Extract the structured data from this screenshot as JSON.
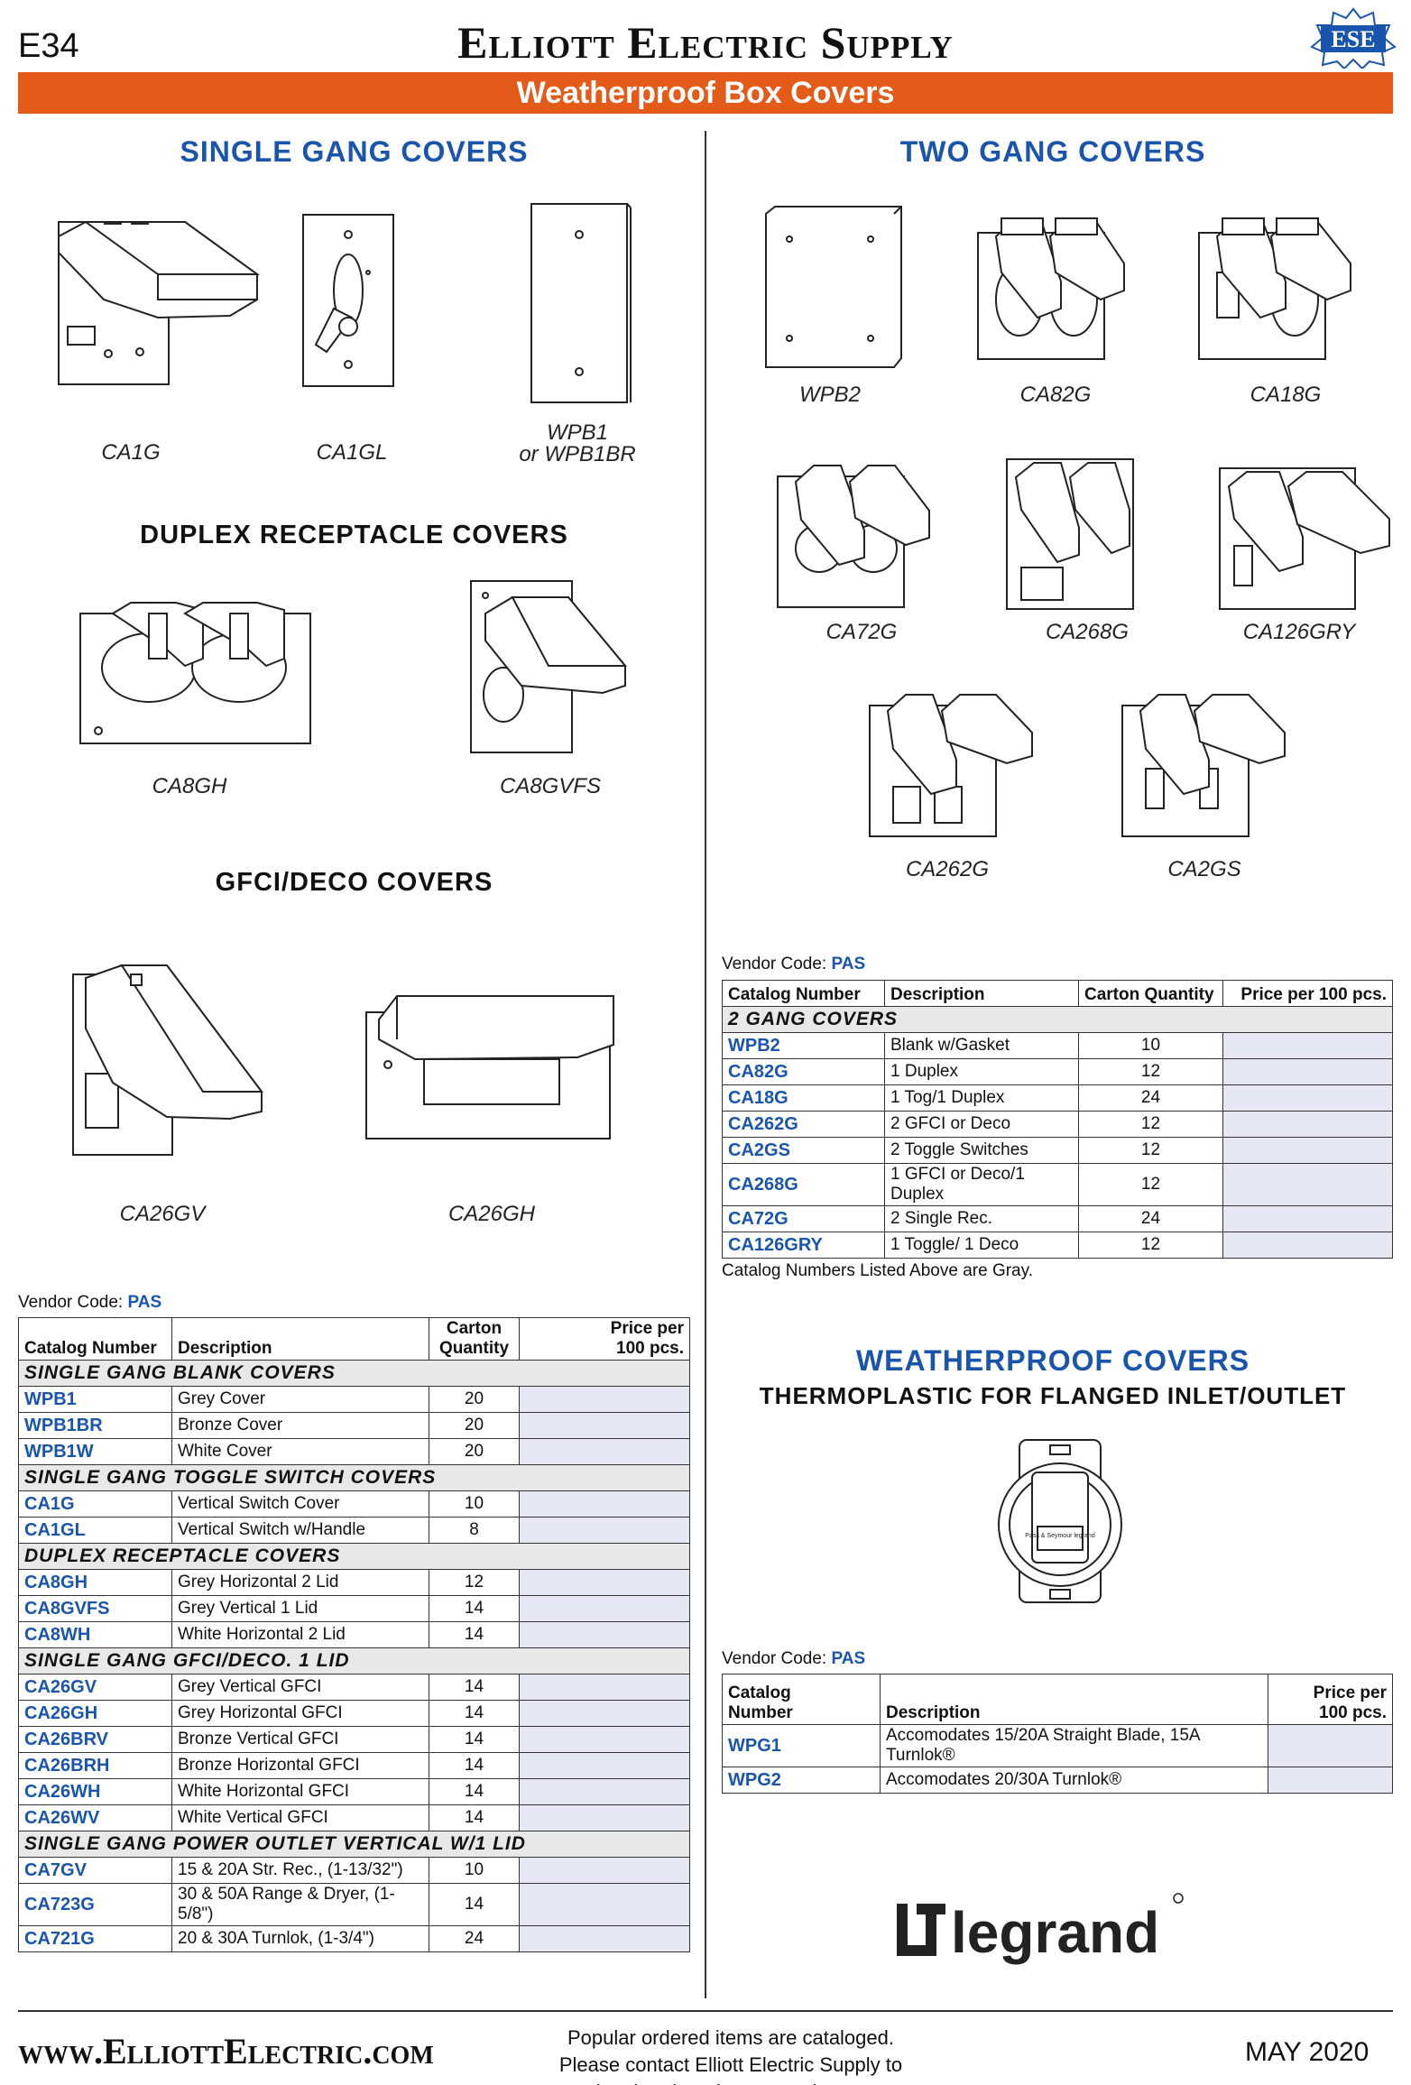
{
  "header": {
    "page_number": "E34",
    "brand": "Elliott Electric Supply",
    "logo_text": "ESE",
    "banner": "Weatherproof Box Covers"
  },
  "single_gang": {
    "title": "SINGLE GANG COVERS",
    "captions": [
      "CA1G",
      "CA1GL",
      "WPB1",
      "or WPB1BR"
    ]
  },
  "duplex": {
    "title": "DUPLEX RECEPTACLE COVERS",
    "captions": [
      "CA8GH",
      "CA8GVFS"
    ]
  },
  "gfci": {
    "title": "GFCI/DECO COVERS",
    "captions": [
      "CA26GV",
      "CA26GH"
    ]
  },
  "two_gang": {
    "title": "TWO GANG COVERS",
    "captions": [
      "WPB2",
      "CA82G",
      "CA18G",
      "CA72G",
      "CA268G",
      "CA126GRY",
      "CA262G",
      "CA2GS"
    ]
  },
  "weatherproof": {
    "title": "WEATHERPROOF COVERS",
    "subtitle": "THERMOPLASTIC FOR FLANGED INLET/OUTLET",
    "device_label": "Pass & Seymour legrand"
  },
  "left_table": {
    "vendor_label": "Vendor Code:",
    "vendor_code": "PAS",
    "headers": [
      "Catalog Number",
      "Description",
      "Carton Quantity",
      "Price per 100 pcs."
    ],
    "groups": [
      {
        "name": "SINGLE GANG BLANK COVERS",
        "rows": [
          {
            "cat": "WPB1",
            "desc": "Grey Cover",
            "qty": "20"
          },
          {
            "cat": "WPB1BR",
            "desc": "Bronze Cover",
            "qty": "20"
          },
          {
            "cat": "WPB1W",
            "desc": "White Cover",
            "qty": "20"
          }
        ]
      },
      {
        "name": "SINGLE GANG TOGGLE SWITCH COVERS",
        "rows": [
          {
            "cat": "CA1G",
            "desc": "Vertical Switch Cover",
            "qty": "10"
          },
          {
            "cat": "CA1GL",
            "desc": "Vertical Switch w/Handle",
            "qty": "8"
          }
        ]
      },
      {
        "name": "DUPLEX RECEPTACLE COVERS",
        "rows": [
          {
            "cat": "CA8GH",
            "desc": "Grey Horizontal 2 Lid",
            "qty": "12"
          },
          {
            "cat": "CA8GVFS",
            "desc": "Grey Vertical 1 Lid",
            "qty": "14"
          },
          {
            "cat": "CA8WH",
            "desc": "White Horizontal 2 Lid",
            "qty": "14"
          }
        ]
      },
      {
        "name": "SINGLE GANG GFCI/DECO. 1 LID",
        "rows": [
          {
            "cat": "CA26GV",
            "desc": "Grey Vertical GFCI",
            "qty": "14"
          },
          {
            "cat": "CA26GH",
            "desc": "Grey Horizontal GFCI",
            "qty": "14"
          },
          {
            "cat": "CA26BRV",
            "desc": "Bronze Vertical GFCI",
            "qty": "14"
          },
          {
            "cat": "CA26BRH",
            "desc": "Bronze Horizontal GFCI",
            "qty": "14"
          },
          {
            "cat": "CA26WH",
            "desc": "White Horizontal GFCI",
            "qty": "14"
          },
          {
            "cat": "CA26WV",
            "desc": "White Vertical GFCI",
            "qty": "14"
          }
        ]
      },
      {
        "name": "SINGLE GANG POWER OUTLET VERTICAL W/1 LID",
        "rows": [
          {
            "cat": "CA7GV",
            "desc": "15 & 20A Str. Rec., (1-13/32\")",
            "qty": "10"
          },
          {
            "cat": "CA723G",
            "desc": "30 & 50A Range & Dryer, (1-5/8\")",
            "qty": "14"
          },
          {
            "cat": "CA721G",
            "desc": "20 & 30A Turnlok, (1-3/4\")",
            "qty": "24"
          }
        ]
      }
    ]
  },
  "two_gang_table": {
    "vendor_label": "Vendor Code:",
    "vendor_code": "PAS",
    "headers": [
      "Catalog Number",
      "Description",
      "Carton Quantity",
      "Price per 100 pcs."
    ],
    "group": "2 GANG COVERS",
    "rows": [
      {
        "cat": "WPB2",
        "desc": "Blank w/Gasket",
        "qty": "10"
      },
      {
        "cat": "CA82G",
        "desc": "1 Duplex",
        "qty": "12"
      },
      {
        "cat": "CA18G",
        "desc": "1 Tog/1 Duplex",
        "qty": "24"
      },
      {
        "cat": "CA262G",
        "desc": "2 GFCI or Deco",
        "qty": "12"
      },
      {
        "cat": "CA2GS",
        "desc": "2 Toggle Switches",
        "qty": "12"
      },
      {
        "cat": "CA268G",
        "desc": "1 GFCI or Deco/1 Duplex",
        "qty": "12"
      },
      {
        "cat": "CA72G",
        "desc": "2 Single Rec.",
        "qty": "24"
      },
      {
        "cat": "CA126GRY",
        "desc": "1 Toggle/ 1 Deco",
        "qty": "12"
      }
    ],
    "note": "Catalog Numbers Listed Above are Gray."
  },
  "wp_table": {
    "vendor_label": "Vendor Code:",
    "vendor_code": "PAS",
    "headers": [
      "Catalog Number",
      "Description",
      "Price per 100 pcs."
    ],
    "rows": [
      {
        "cat": "WPG1",
        "desc": "Accomodates 15/20A Straight Blade, 15A Turnlok®"
      },
      {
        "cat": "WPG2",
        "desc": "Accomodates 20/30A Turnlok®"
      }
    ]
  },
  "legrand_logo": "legrand",
  "footer": {
    "website": "www.ElliottElectric.com",
    "note": "Popular ordered items are cataloged. Please contact Elliott Electric Supply to inquire about items not shown.",
    "date": "MAY 2020"
  },
  "colors": {
    "banner": "#e35a19",
    "link_blue": "#1a55ad",
    "price_fill": "#e5e7f5"
  }
}
